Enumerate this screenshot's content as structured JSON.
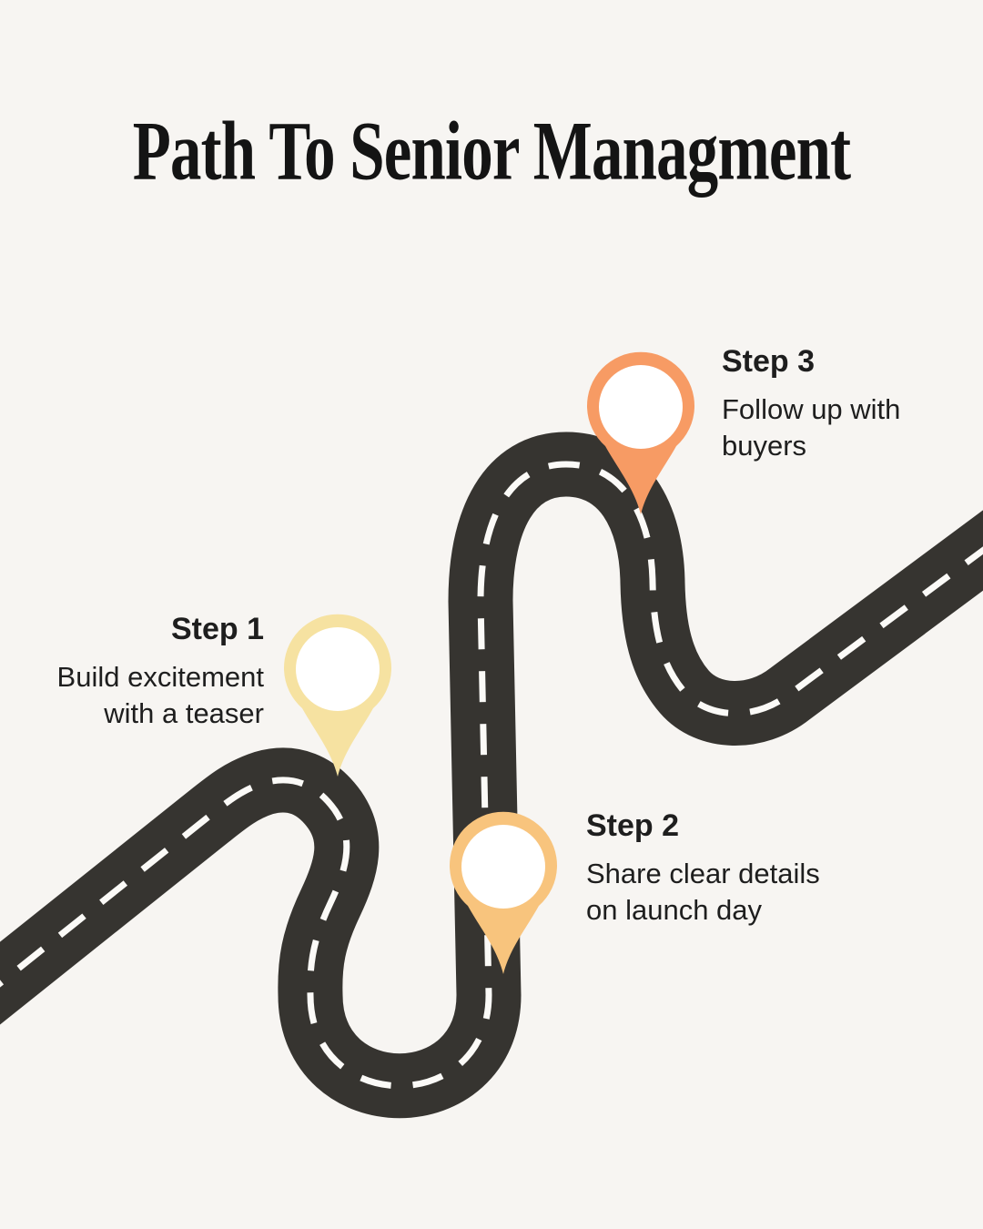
{
  "title": "Path To Senior Managment",
  "steps": [
    {
      "label": "Step 1",
      "lines": [
        "Build excitement",
        "with a teaser"
      ]
    },
    {
      "label": "Step 2",
      "lines": [
        "Share clear details",
        "on launch day"
      ]
    },
    {
      "label": "Step 3",
      "lines": [
        "Follow up with",
        "buyers"
      ]
    }
  ],
  "colors": {
    "background": "#F7F5F2",
    "road": "#363430",
    "road_dash": "#FBFAF7",
    "title_text": "#141414",
    "step_text": "#1E1E1E",
    "pin_step1": "#F6E2A1",
    "pin_step2": "#F8C47D",
    "pin_step3": "#F79B64",
    "pin_inner": "#FFFFFF"
  }
}
